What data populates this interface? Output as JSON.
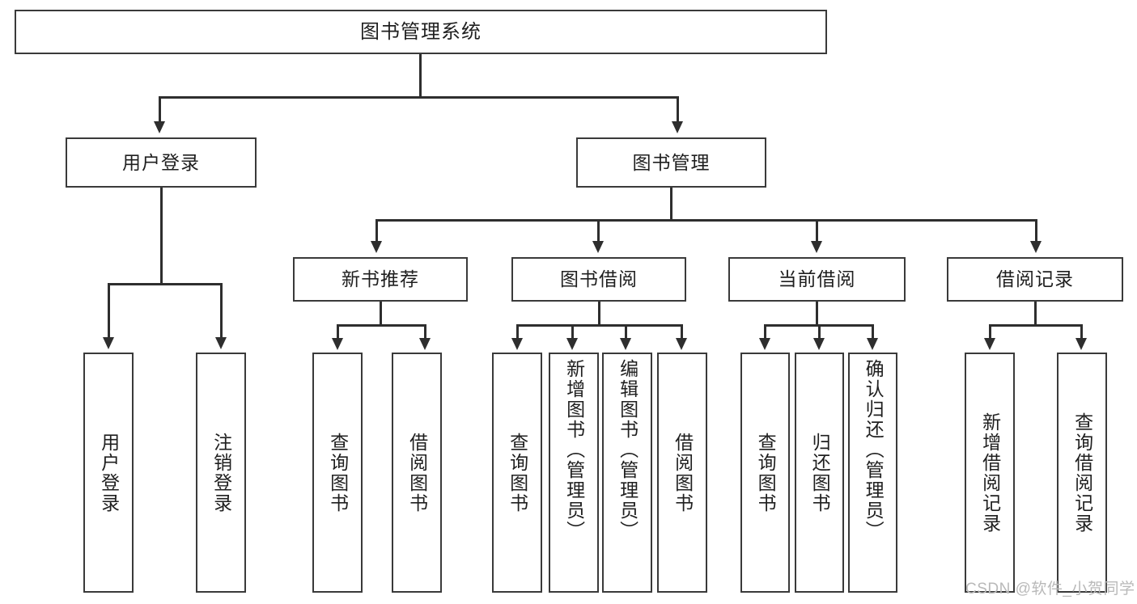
{
  "diagram": {
    "title": "图书管理系统",
    "type": "functional-decomposition-tree",
    "root": {
      "label": "图书管理系统"
    },
    "level2": [
      {
        "label": "用户登录"
      },
      {
        "label": "图书管理"
      }
    ],
    "level3": [
      {
        "label": "新书推荐"
      },
      {
        "label": "图书借阅"
      },
      {
        "label": "当前借阅"
      },
      {
        "label": "借阅记录"
      }
    ],
    "leaves": {
      "user_login": [
        {
          "label": "用户登录"
        },
        {
          "label": "注销登录"
        }
      ],
      "new_book_recommend": [
        {
          "label": "查询图书"
        },
        {
          "label": "借阅图书"
        }
      ],
      "book_borrow": [
        {
          "label": "查询图书"
        },
        {
          "label": "新增图书（管理员）"
        },
        {
          "label": "编辑图书（管理员）"
        },
        {
          "label": "借阅图书"
        }
      ],
      "current_borrow": [
        {
          "label": "查询图书"
        },
        {
          "label": "归还图书"
        },
        {
          "label": "确认归还（管理员）"
        }
      ],
      "borrow_record": [
        {
          "label": "新增借阅记录"
        },
        {
          "label": "查询借阅记录"
        }
      ]
    }
  },
  "watermark": {
    "text": "CSDN @软件_小贺同学"
  },
  "colors": {
    "box_border": "#3a3a3a",
    "connector": "#2e2e2e",
    "background": "#ffffff",
    "text": "#1f1f1f",
    "watermark": "#b9b9b9"
  }
}
